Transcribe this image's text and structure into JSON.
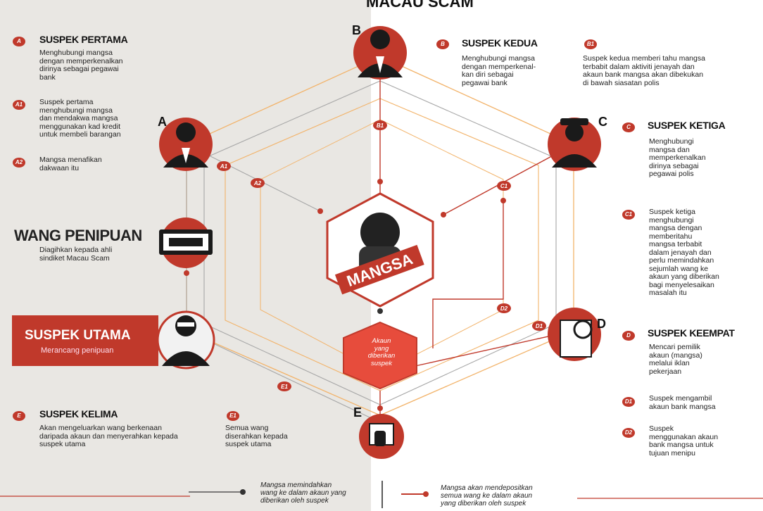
{
  "header": {
    "title_fragment": "MACAU SCAM"
  },
  "colors": {
    "accent": "#c0392b",
    "line_orange": "#f2b36a",
    "line_gray": "#9a9a9a",
    "dark": "#1a1a1a"
  },
  "persons": {
    "A": {
      "letter": "A"
    },
    "B": {
      "letter": "B"
    },
    "C": {
      "letter": "C"
    },
    "D": {
      "letter": "D"
    },
    "E": {
      "letter": "E"
    }
  },
  "suspects": {
    "pertama": {
      "badge": "A",
      "title": "SUSPEK PERTAMA",
      "desc": "Menghubungi mangsa\ndengan memperkenalkan\ndirinya sebagai pegawai\nbank",
      "steps": [
        {
          "badge": "A1",
          "text": "Suspek pertama\nmenghubungi mangsa\ndan mendakwa mangsa\nmenggunakan kad kredit\nuntuk membeli barangan"
        },
        {
          "badge": "A2",
          "text": "Mangsa menafikan\ndakwaan itu"
        }
      ]
    },
    "kedua": {
      "badge": "B",
      "title": "SUSPEK KEDUA",
      "desc": "Menghubungi mangsa\ndengan memperkenal-\nkan diri sebagai\npegawai bank",
      "steps": [
        {
          "badge": "B1",
          "text": "Suspek kedua memberi tahu mangsa\nterbabit dalam aktiviti jenayah dan\nakaun bank mangsa akan dibekukan\ndi bawah siasatan polis"
        }
      ]
    },
    "ketiga": {
      "badge": "C",
      "title": "SUSPEK KETIGA",
      "desc": "Menghubungi\nmangsa dan\nmemperkenalkan\ndirinya sebagai\npegawai polis",
      "steps": [
        {
          "badge": "C1",
          "text": "Suspek ketiga\nmenghubungi\nmangsa dengan\nmemberitahu\nmangsa terbabit\ndalam jenayah dan\nperlu memindahkan\nsejumlah wang ke\nakaun yang diberikan\nbagi menyelesaikan\nmasalah itu"
        }
      ]
    },
    "keempat": {
      "badge": "D",
      "title": "SUSPEK KEEMPAT",
      "desc": "Mencari pemilik\nakaun (mangsa)\nmelalui iklan\npekerjaan",
      "steps": [
        {
          "badge": "D1",
          "text": "Suspek mengambil\nakaun bank mangsa"
        },
        {
          "badge": "D2",
          "text": "Suspek\nmenggunakan akaun\nbank mangsa untuk\ntujuan menipu"
        }
      ]
    },
    "kelima": {
      "badge": "E",
      "title": "SUSPEK KELIMA",
      "desc": "Akan mengeluarkan wang berkenaan\ndaripada akaun dan menyerahkan kepada\nsuspek utama",
      "steps": [
        {
          "badge": "E1",
          "text": "Semua wang\ndiserahkan kepada\nsuspek utama"
        }
      ]
    }
  },
  "wang_penipuan": {
    "title": "WANG PENIPUAN",
    "desc": "Diagihkan kepada ahli\nsindiket Macau Scam"
  },
  "suspek_utama": {
    "title": "SUSPEK UTAMA",
    "desc": "Merancang penipuan"
  },
  "center": {
    "label": "MANGSA",
    "account": "Akaun\nyang\ndiberikan\nsuspek"
  },
  "node_labels": [
    "A1",
    "A2",
    "B1",
    "C1",
    "D1",
    "D2",
    "E1"
  ],
  "legend": {
    "dark": "Mangsa memindahkan\nwang ke dalam akaun yang\ndiberikan oleh suspek",
    "red": "Mangsa akan mendepositkan\nsemua wang ke dalam akaun\nyang diberikan oleh suspek"
  }
}
